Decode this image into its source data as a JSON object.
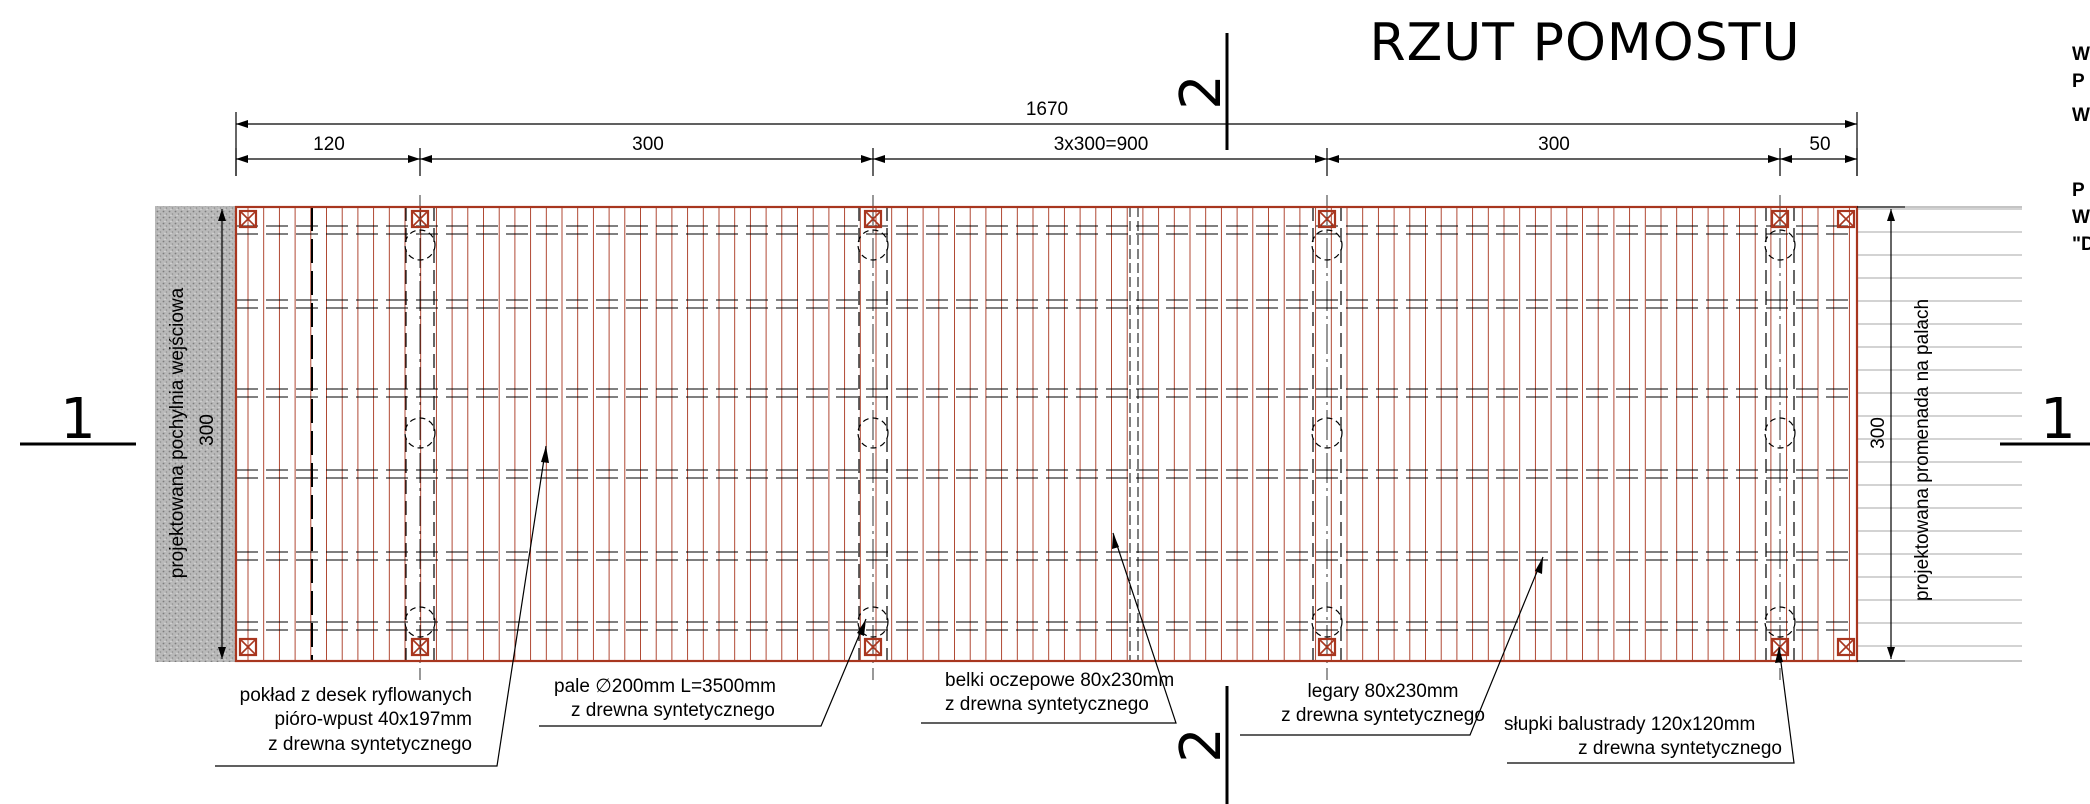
{
  "title": "RZUT  POMOSTU",
  "dimensions": {
    "total": "1670",
    "seg1": "120",
    "seg2": "300",
    "seg3": "3x300=900",
    "seg4": "300",
    "seg5": "50",
    "left_width": "300",
    "right_width": "300"
  },
  "section_marks": {
    "left": "1",
    "right": "1",
    "top": "2",
    "bottom": "2"
  },
  "side_labels": {
    "left": "projektowana pochylnia wejściowa",
    "right": "projektowana promenada na palach"
  },
  "callouts": {
    "deck": [
      "pokład z desek ryflowanych",
      "pióro-wpust 40x197mm",
      "z drewna syntetycznego"
    ],
    "piles": [
      "pale ∅200mm L=3500mm",
      "z drewna syntetycznego"
    ],
    "beams": [
      "belki oczepowe 80x230mm",
      "z drewna syntetycznego"
    ],
    "joists": [
      "legary 80x230mm",
      "z drewna syntetycznego"
    ],
    "posts": [
      "słupki balustrady 120x120mm",
      "z drewna syntetycznego"
    ]
  },
  "cropped_text": [
    "W",
    "P",
    "W",
    "P",
    "W",
    "\"D"
  ],
  "colors": {
    "deck_outline": "#a8361f",
    "line": "#000000",
    "hatch": "#8a8a8a"
  }
}
